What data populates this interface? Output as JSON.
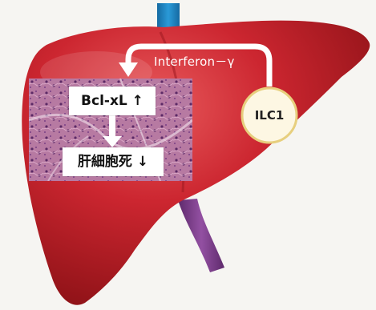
{
  "colors": {
    "liver": "#c8202a",
    "liver_dark": "#8e1217",
    "liver_highlight": "#e2555a",
    "hepatic_vein": "#1e88c8",
    "portal_vein": "#7a3a86",
    "arrow": "#ffffff",
    "ilc1_fill": "#fdf7e3",
    "ilc1_stroke": "#e7cf7e",
    "tissue": "#b87aa0"
  },
  "diagram": {
    "signal_label": "Interferon－γ",
    "cell_label": "ILC1",
    "upregulated_label": "Bcl-xL ↑",
    "outcome_label": "肝細胞死 ↓"
  }
}
